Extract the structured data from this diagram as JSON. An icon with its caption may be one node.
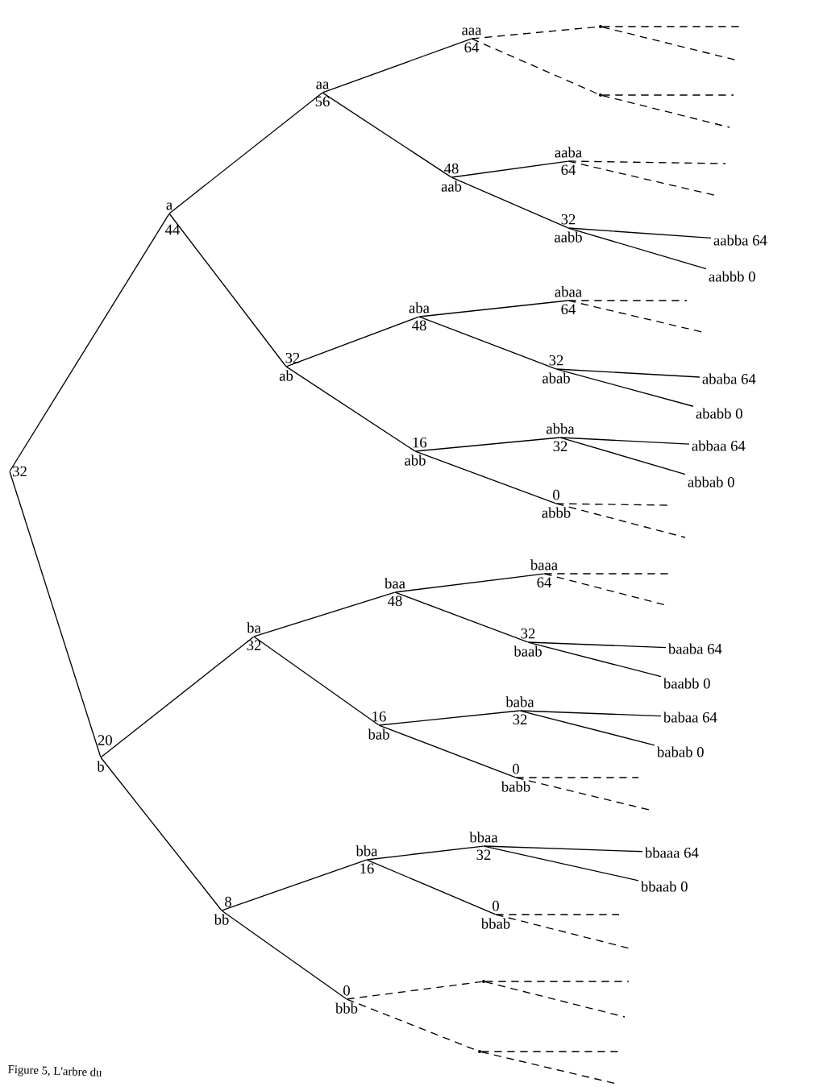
{
  "diagram": {
    "caption": "Figure 5, L'arbre du",
    "nodes": [
      {
        "text": [
          "32"
        ]
      },
      {
        "text": [
          "a",
          "44"
        ]
      },
      {
        "text": [
          "aa",
          "56"
        ]
      },
      {
        "text": [
          "aaa",
          "64"
        ]
      },
      {
        "text": [],
        "shape": "point"
      },
      {
        "text": [],
        "shape": "point"
      },
      {
        "text": [
          "48",
          "aab"
        ]
      },
      {
        "text": [
          "aaba",
          "64"
        ]
      },
      {
        "text": [
          "32",
          "aabb"
        ]
      },
      {
        "text": [
          "aabba",
          "64"
        ]
      },
      {
        "text": [
          "aabbb",
          "0"
        ]
      },
      {
        "text": [
          "32",
          "ab"
        ]
      },
      {
        "text": [
          "aba",
          "48"
        ]
      },
      {
        "text": [
          "abaa",
          "64"
        ]
      },
      {
        "text": [
          "32",
          "abab"
        ]
      },
      {
        "text": [
          "ababa",
          "64"
        ]
      },
      {
        "text": [
          "ababb",
          "0"
        ]
      },
      {
        "text": [
          "16",
          "abb"
        ]
      },
      {
        "text": [
          "abba",
          "32"
        ]
      },
      {
        "text": [
          "abbaa",
          "64"
        ]
      },
      {
        "text": [
          "abbab",
          "0"
        ]
      },
      {
        "text": [
          "0",
          "abbb"
        ]
      },
      {
        "text": [
          "20",
          "b"
        ]
      },
      {
        "text": [
          "ba",
          "32"
        ]
      },
      {
        "text": [
          "baa",
          "48"
        ]
      },
      {
        "text": [
          "baaa",
          "64"
        ]
      },
      {
        "text": [
          "32",
          "baab"
        ]
      },
      {
        "text": [
          "baaba",
          "64"
        ]
      },
      {
        "text": [
          "baabb",
          "0"
        ]
      },
      {
        "text": [
          "16",
          "bab"
        ]
      },
      {
        "text": [
          "baba",
          "32"
        ]
      },
      {
        "text": [
          "babaa",
          "64"
        ]
      },
      {
        "text": [
          "babab",
          "0"
        ]
      },
      {
        "text": [
          "0",
          "babb"
        ]
      },
      {
        "text": [
          "8",
          "bb"
        ]
      },
      {
        "text": [
          "bba",
          "16"
        ]
      },
      {
        "text": [
          "bbaa",
          "32"
        ]
      },
      {
        "text": [
          "bbaaa",
          "64"
        ]
      },
      {
        "text": [
          "bbaab",
          "0"
        ]
      },
      {
        "text": [
          "0",
          "bbab"
        ]
      },
      {
        "text": [
          "0",
          "bbb"
        ]
      },
      {
        "text": [],
        "shape": "point"
      },
      {
        "text": [],
        "shape": "point"
      }
    ],
    "edges": [
      {
        "from": 0,
        "to": 1,
        "arrow": "none"
      },
      {
        "from": 0,
        "to": 22,
        "arrow": "none"
      },
      {
        "from": 1,
        "to": 2,
        "arrow": "none"
      },
      {
        "from": 1,
        "to": 11,
        "arrow": "none"
      },
      {
        "from": 2,
        "to": 3,
        "arrow": "none"
      },
      {
        "from": 2,
        "to": 6,
        "arrow": "none"
      },
      {
        "from": 3,
        "to": 4,
        "arrow": "none",
        "style": "dashed"
      },
      {
        "from": 3,
        "to": 5,
        "arrow": "none",
        "style": "dashed"
      },
      {
        "from": 6,
        "to": 7,
        "arrow": "none"
      },
      {
        "from": 6,
        "to": 8,
        "arrow": "none"
      },
      {
        "from": 8,
        "to": 9,
        "arrow": "none"
      },
      {
        "from": 8,
        "to": 10,
        "arrow": "none"
      },
      {
        "from": 11,
        "to": 12,
        "arrow": "none"
      },
      {
        "from": 11,
        "to": 17,
        "arrow": "none"
      },
      {
        "from": 12,
        "to": 13,
        "arrow": "none"
      },
      {
        "from": 12,
        "to": 14,
        "arrow": "none"
      },
      {
        "from": 14,
        "to": 15,
        "arrow": "none"
      },
      {
        "from": 14,
        "to": 16,
        "arrow": "none"
      },
      {
        "from": 17,
        "to": 18,
        "arrow": "none"
      },
      {
        "from": 17,
        "to": 21,
        "arrow": "none"
      },
      {
        "from": 18,
        "to": 19,
        "arrow": "none"
      },
      {
        "from": 18,
        "to": 20,
        "arrow": "none"
      },
      {
        "from": 22,
        "to": 23,
        "arrow": "none"
      },
      {
        "from": 22,
        "to": 34,
        "arrow": "none"
      },
      {
        "from": 23,
        "to": 24,
        "arrow": "none"
      },
      {
        "from": 23,
        "to": 29,
        "arrow": "none"
      },
      {
        "from": 24,
        "to": 25,
        "arrow": "none"
      },
      {
        "from": 24,
        "to": 26,
        "arrow": "none"
      },
      {
        "from": 26,
        "to": 27,
        "arrow": "none"
      },
      {
        "from": 26,
        "to": 28,
        "arrow": "none"
      },
      {
        "from": 29,
        "to": 30,
        "arrow": "none"
      },
      {
        "from": 29,
        "to": 33,
        "arrow": "none"
      },
      {
        "from": 30,
        "to": 31,
        "arrow": "none"
      },
      {
        "from": 30,
        "to": 32,
        "arrow": "none"
      },
      {
        "from": 34,
        "to": 35,
        "arrow": "none"
      },
      {
        "from": 34,
        "to": 40,
        "arrow": "none"
      },
      {
        "from": 35,
        "to": 36,
        "arrow": "none"
      },
      {
        "from": 35,
        "to": 39,
        "arrow": "none"
      },
      {
        "from": 36,
        "to": 37,
        "arrow": "none"
      },
      {
        "from": 36,
        "to": 38,
        "arrow": "none"
      },
      {
        "from": 40,
        "to": 41,
        "arrow": "none",
        "style": "dashed"
      },
      {
        "from": 40,
        "to": 42,
        "arrow": "none",
        "style": "dashed"
      },
      {
        "from": 4,
        "to": null,
        "arrow": "none",
        "style": "dashed"
      },
      {
        "from": 4,
        "to": null,
        "arrow": "none",
        "style": "dashed"
      },
      {
        "from": 5,
        "to": null,
        "arrow": "none",
        "style": "dashed"
      },
      {
        "from": 5,
        "to": null,
        "arrow": "none",
        "style": "dashed"
      },
      {
        "from": 7,
        "to": null,
        "arrow": "none",
        "style": "dashed"
      },
      {
        "from": 7,
        "to": null,
        "arrow": "none",
        "style": "dashed"
      },
      {
        "from": 13,
        "to": null,
        "arrow": "none",
        "style": "dashed"
      },
      {
        "from": 13,
        "to": null,
        "arrow": "none",
        "style": "dashed"
      },
      {
        "from": 21,
        "to": null,
        "arrow": "none",
        "style": "dashed"
      },
      {
        "from": 21,
        "to": null,
        "arrow": "none",
        "style": "dashed"
      },
      {
        "from": 25,
        "to": null,
        "arrow": "none",
        "style": "dashed"
      },
      {
        "from": 25,
        "to": null,
        "arrow": "none",
        "style": "dashed"
      },
      {
        "from": 33,
        "to": null,
        "arrow": "none",
        "style": "dashed"
      },
      {
        "from": 33,
        "to": null,
        "arrow": "none",
        "style": "dashed"
      },
      {
        "from": 39,
        "to": null,
        "arrow": "none",
        "style": "dashed"
      },
      {
        "from": 39,
        "to": null,
        "arrow": "none",
        "style": "dashed"
      },
      {
        "from": 41,
        "to": null,
        "arrow": "none",
        "style": "dashed"
      },
      {
        "from": 41,
        "to": null,
        "arrow": "none",
        "style": "dashed"
      },
      {
        "from": 42,
        "to": null,
        "arrow": "none",
        "style": "dashed"
      },
      {
        "from": 42,
        "to": null,
        "arrow": "none",
        "style": "dashed"
      }
    ]
  }
}
